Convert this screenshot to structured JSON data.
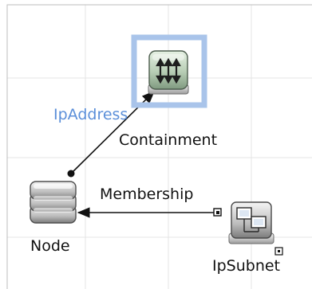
{
  "diagram": {
    "nodes": {
      "ip_address": {
        "type": "IpAddress",
        "label": "IpAddress",
        "selected": true,
        "selection_color": "#a9c4ea",
        "label_color": "#5b8fd9"
      },
      "node": {
        "type": "Node",
        "label": "Node"
      },
      "ip_subnet": {
        "type": "IpSubnet",
        "label": "IpSubnet"
      }
    },
    "edges": {
      "containment": {
        "label": "Containment",
        "from": "Node",
        "to": "IpAddress"
      },
      "membership": {
        "label": "Membership",
        "from": "IpSubnet",
        "to": "Node"
      }
    }
  },
  "icons": {
    "ip_address": "ip-address-icon",
    "node": "server-node-icon",
    "ip_subnet": "ip-subnet-network-icon",
    "subnet_marker": "small-collapse-marker-icon"
  },
  "colors": {
    "background": "#ffffff",
    "grid": "#e4e4e4",
    "edge": "#111111",
    "selection": "#a9c4ea",
    "ip_label": "#5b8fd9"
  }
}
